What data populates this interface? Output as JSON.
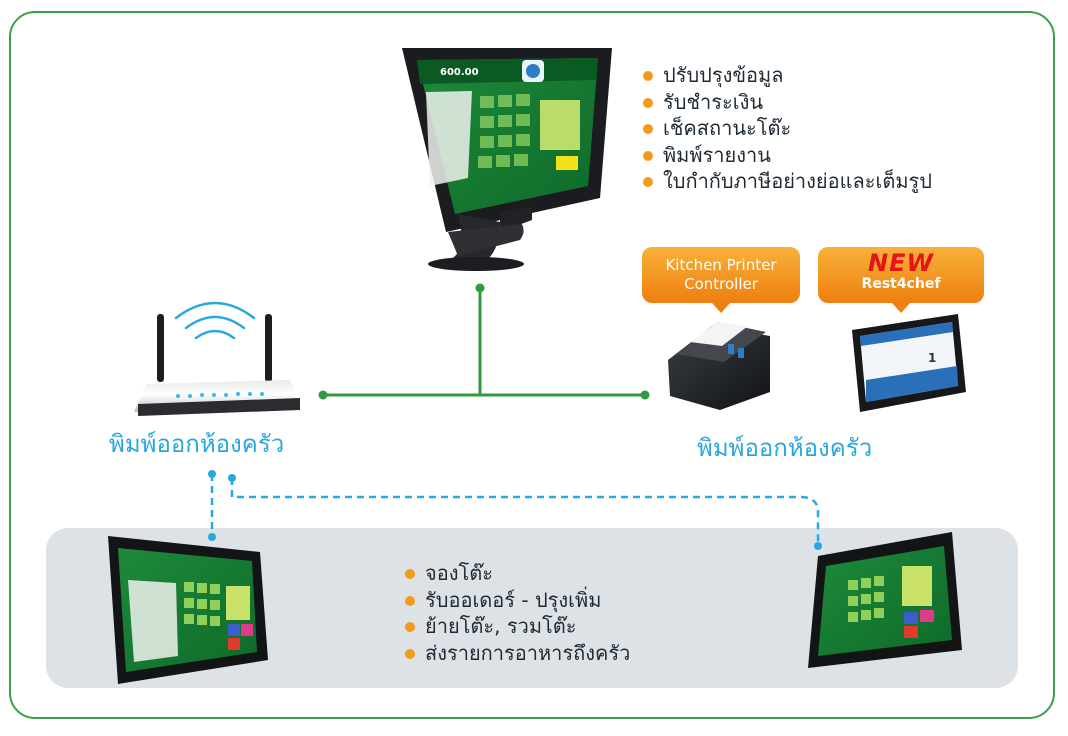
{
  "pos_features": [
    "ปรับปรุงข้อมูล",
    "รับชำระเงิน",
    "เช็คสถานะโต๊ะ",
    "พิมพ์รายงาน",
    "ใบกำกับภาษีอย่างย่อและเต็มรูป"
  ],
  "tablet_features": [
    "จองโต๊ะ",
    "รับออเดอร์ - ปรุงเพิ่ม",
    "ย้ายโต๊ะ, รวมโต๊ะ",
    "ส่งรายการอาหารถึงครัว"
  ],
  "router_caption": "พิมพ์ออกห้องครัว",
  "kitchen_caption": "พิมพ์ออกห้องครัว",
  "kitchen_printer_badge": {
    "line1": "Kitchen Printer",
    "line2": "Controller"
  },
  "rest4chef_badge": {
    "new": "NEW",
    "name": "Rest4chef"
  },
  "pos_screen": {
    "amount": "600.00"
  },
  "rest4chef_screen": {
    "qty": "1"
  },
  "colors": {
    "frame": "#3aa14a",
    "lan_line": "#2f9a3f",
    "wifi_line": "#2aa7df",
    "bullet": "#f39a1b",
    "caption": "#2aa7df",
    "badge": "#f39a1b",
    "new_text": "#e3161b",
    "panel": "#dde2e6"
  }
}
